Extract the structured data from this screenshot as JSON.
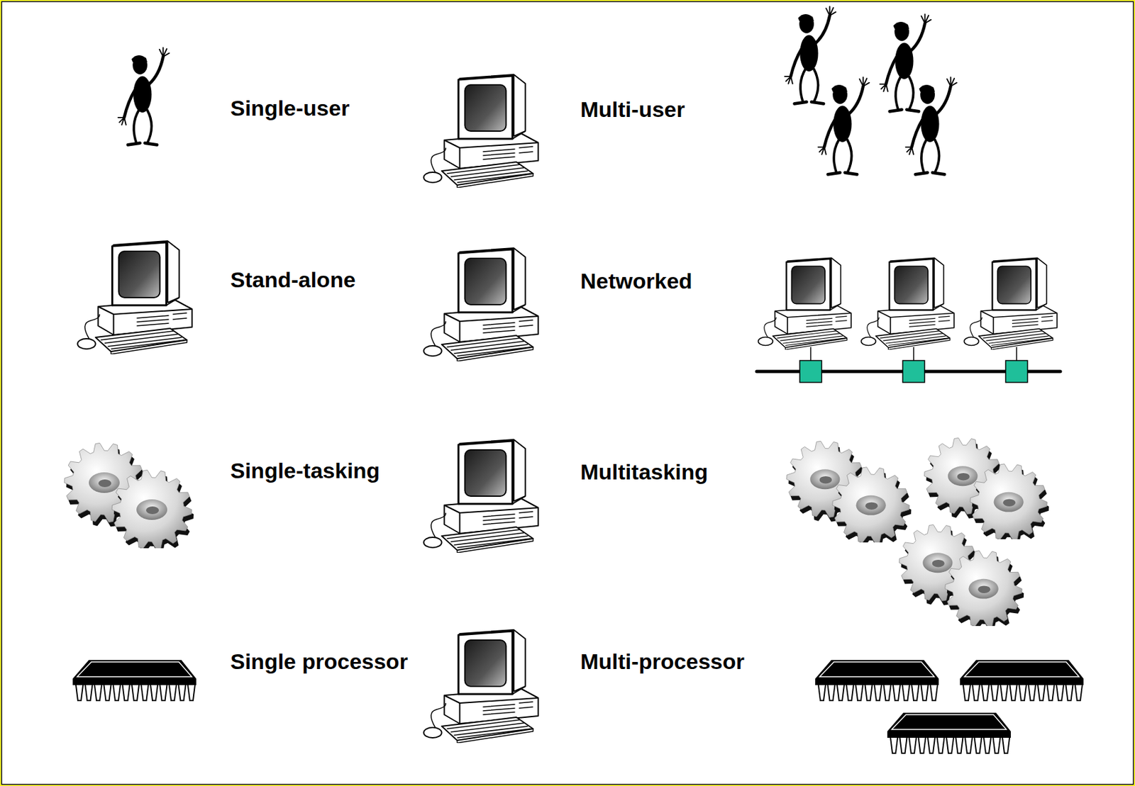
{
  "diagram": {
    "labels": [
      "Single-user",
      "Multi-user",
      "Stand-alone",
      "Networked",
      "Single-tasking",
      "Multitasking",
      "Single processor",
      "Multi-processor"
    ]
  }
}
